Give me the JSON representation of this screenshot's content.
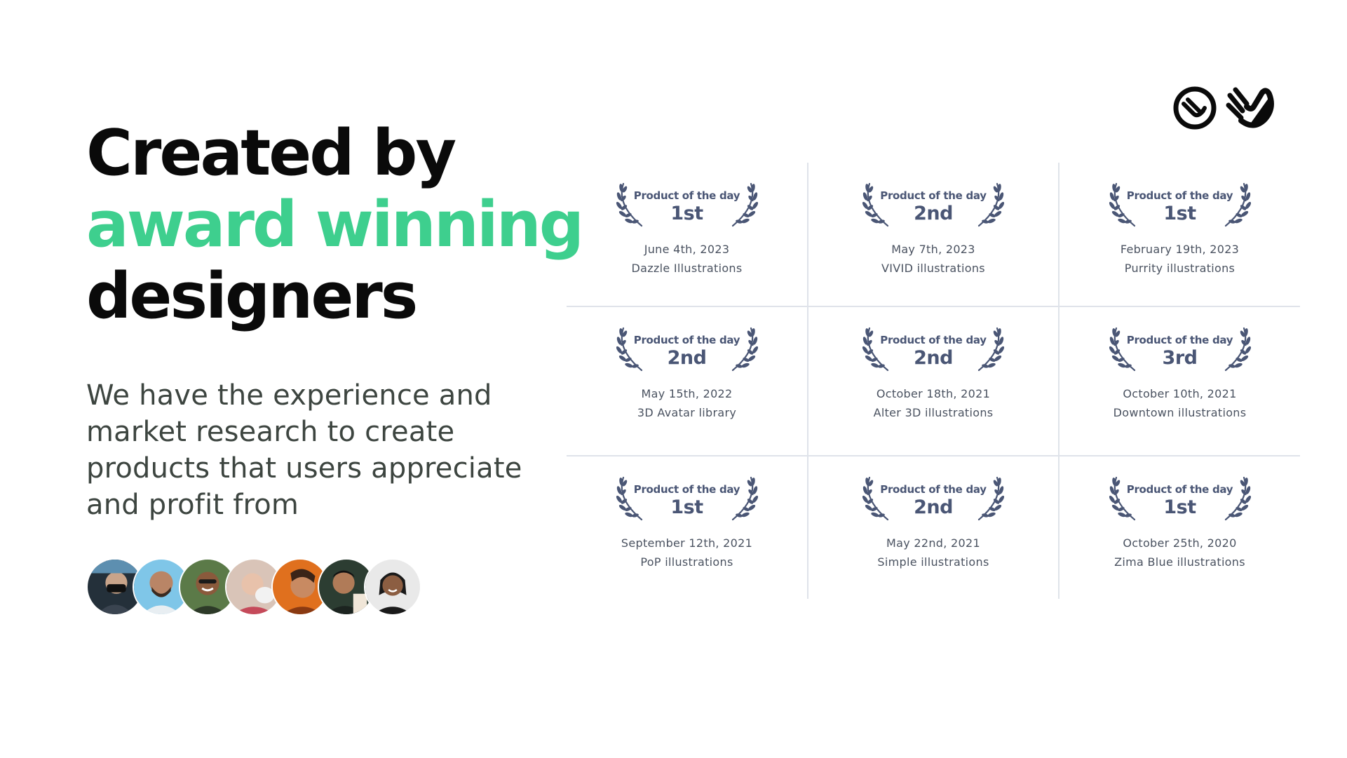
{
  "headline": {
    "line1": "Created by",
    "line2": "award winning",
    "line3": "designers"
  },
  "subtext": "We have the experience and market research to create products that users appreciate and profit from",
  "colors": {
    "accent": "#3ecf8e",
    "headline": "#0a0a0a",
    "badge": "#4a5675",
    "divider": "#dfe3ea"
  },
  "avatars": [
    {
      "icon": "person-avatar"
    },
    {
      "icon": "person-avatar"
    },
    {
      "icon": "person-avatar"
    },
    {
      "icon": "person-avatar"
    },
    {
      "icon": "person-avatar"
    },
    {
      "icon": "person-avatar"
    },
    {
      "icon": "person-avatar"
    }
  ],
  "logos": [
    {
      "icon": "circle-check-logo-icon"
    },
    {
      "icon": "hand-wave-logo-icon"
    }
  ],
  "awards": [
    {
      "title": "Product of the day",
      "rank": "1st",
      "date": "June 4th, 2023",
      "product": "Dazzle Illustrations"
    },
    {
      "title": "Product of the day",
      "rank": "2nd",
      "date": "May 7th, 2023",
      "product": "VIVID illustrations"
    },
    {
      "title": "Product of the day",
      "rank": "1st",
      "date": "February 19th, 2023",
      "product": "Purrity illustrations"
    },
    {
      "title": "Product of the day",
      "rank": "2nd",
      "date": "May 15th, 2022",
      "product": "3D Avatar library"
    },
    {
      "title": "Product of the day",
      "rank": "2nd",
      "date": "October 18th, 2021",
      "product": "Alter 3D illustrations"
    },
    {
      "title": "Product of the day",
      "rank": "3rd",
      "date": "October 10th, 2021",
      "product": "Downtown illustrations"
    },
    {
      "title": "Product of the day",
      "rank": "1st",
      "date": "September 12th, 2021",
      "product": "PoP illustrations"
    },
    {
      "title": "Product of the day",
      "rank": "2nd",
      "date": "May 22nd, 2021",
      "product": "Simple illustrations"
    },
    {
      "title": "Product of the day",
      "rank": "1st",
      "date": "October 25th, 2020",
      "product": "Zima Blue illustrations"
    }
  ]
}
